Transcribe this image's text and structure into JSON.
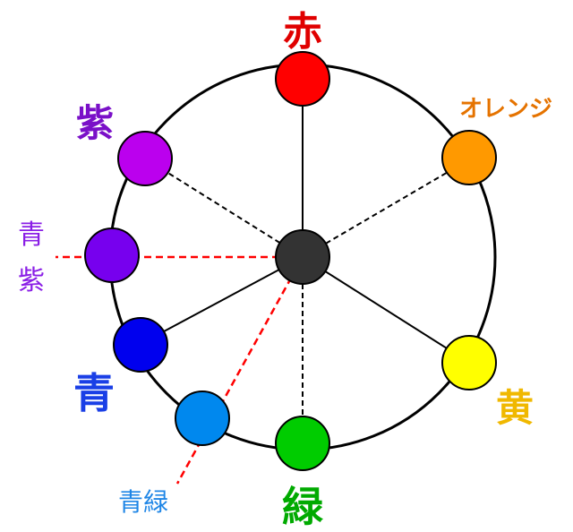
{
  "diagram": {
    "center_color": "#333333",
    "ring_color": "#000000",
    "colors": {
      "red": {
        "label": "赤",
        "fill": "#ff0000",
        "text": "#e00000"
      },
      "orange": {
        "label": "オレンジ",
        "fill": "#ff9900",
        "text": "#e57300"
      },
      "yellow": {
        "label": "黄",
        "fill": "#ffff00",
        "text": "#f0b800"
      },
      "green": {
        "label": "緑",
        "fill": "#00cc00",
        "text": "#00aa00"
      },
      "blue_green": {
        "label": "青緑",
        "fill": "#0088ee",
        "text": "#1f86e6"
      },
      "blue": {
        "label": "青",
        "fill": "#0000ee",
        "text": "#1a3fe6"
      },
      "blue_violet": {
        "label_1": "青",
        "label_2": "紫",
        "fill": "#7700ee",
        "text": "#8a1ee6"
      },
      "violet": {
        "label": "紫",
        "fill": "#bb00ee",
        "text": "#7a10c8"
      }
    },
    "line_colors": {
      "solid": "#000000",
      "dashed": "#000000",
      "red_dashed": "#ff0000"
    }
  }
}
